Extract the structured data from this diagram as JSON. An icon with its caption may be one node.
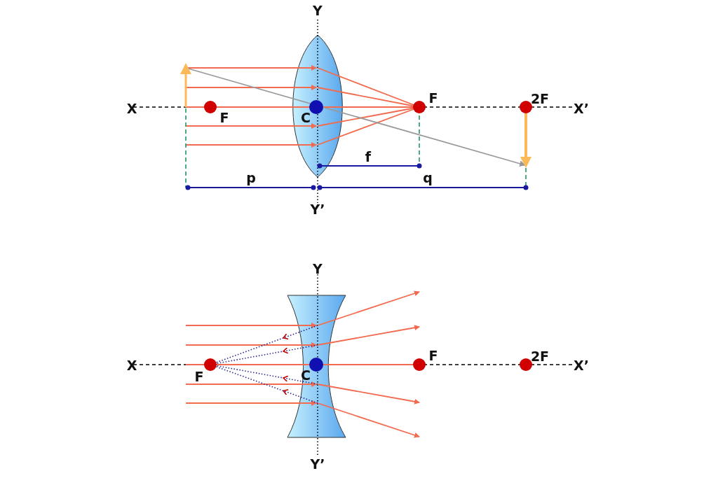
{
  "diagram": {
    "labels": [
      "Y",
      "X",
      "F",
      "C",
      "F",
      "2F",
      "X’",
      "f",
      "p",
      "q",
      "Y’",
      "Y",
      "X",
      "F",
      "C",
      "F",
      "2F",
      "X’",
      "Y’"
    ]
  }
}
